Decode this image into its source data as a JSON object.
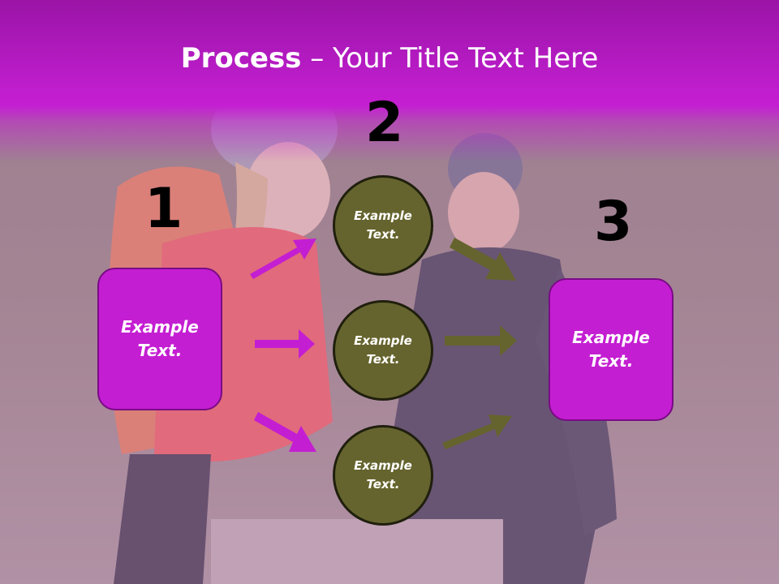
{
  "slide": {
    "title_bold": "Process",
    "title_rest": " – Your Title Text Here",
    "numbers": [
      "1",
      "2",
      "3"
    ],
    "left_box": "Example Text.",
    "circles": [
      "Example Text.",
      "Example Text.",
      "Example Text."
    ],
    "right_box": "Example Text."
  },
  "colors": {
    "title_band": "#c41fd2",
    "box_fill": "#c41ed2",
    "circle_fill": "#66642e",
    "left_arrows": "#c41ed2",
    "right_arrows": "#66642e"
  },
  "background": {
    "description_icon": "hikers-photo",
    "overlay": "purple-tint"
  }
}
